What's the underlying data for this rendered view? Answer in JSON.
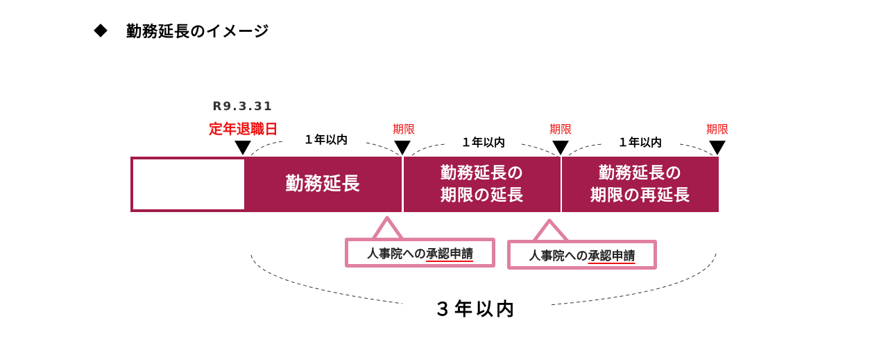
{
  "title": {
    "marker": "diamond-icon",
    "text": "勤務延長のイメージ"
  },
  "retirement": {
    "date": "R9.3.31",
    "label": "定年退職日"
  },
  "deadline_label": "期限",
  "periods": [
    {
      "duration": "１年以内",
      "label": "勤務延長"
    },
    {
      "duration": "１年以内",
      "label_line1": "勤務延長の",
      "label_line2": "期限の延長"
    },
    {
      "duration": "１年以内",
      "label_line1": "勤務延長の",
      "label_line2": "期限の再延長"
    }
  ],
  "callouts": [
    {
      "prefix": "人事院への",
      "emphasis": "承認申請"
    },
    {
      "prefix": "人事院への",
      "emphasis": "承認申請"
    }
  ],
  "total": "３年以内",
  "colors": {
    "bar": "#a31c4b",
    "callout_border": "#e080a0",
    "deadline_red": "#ee1111"
  }
}
